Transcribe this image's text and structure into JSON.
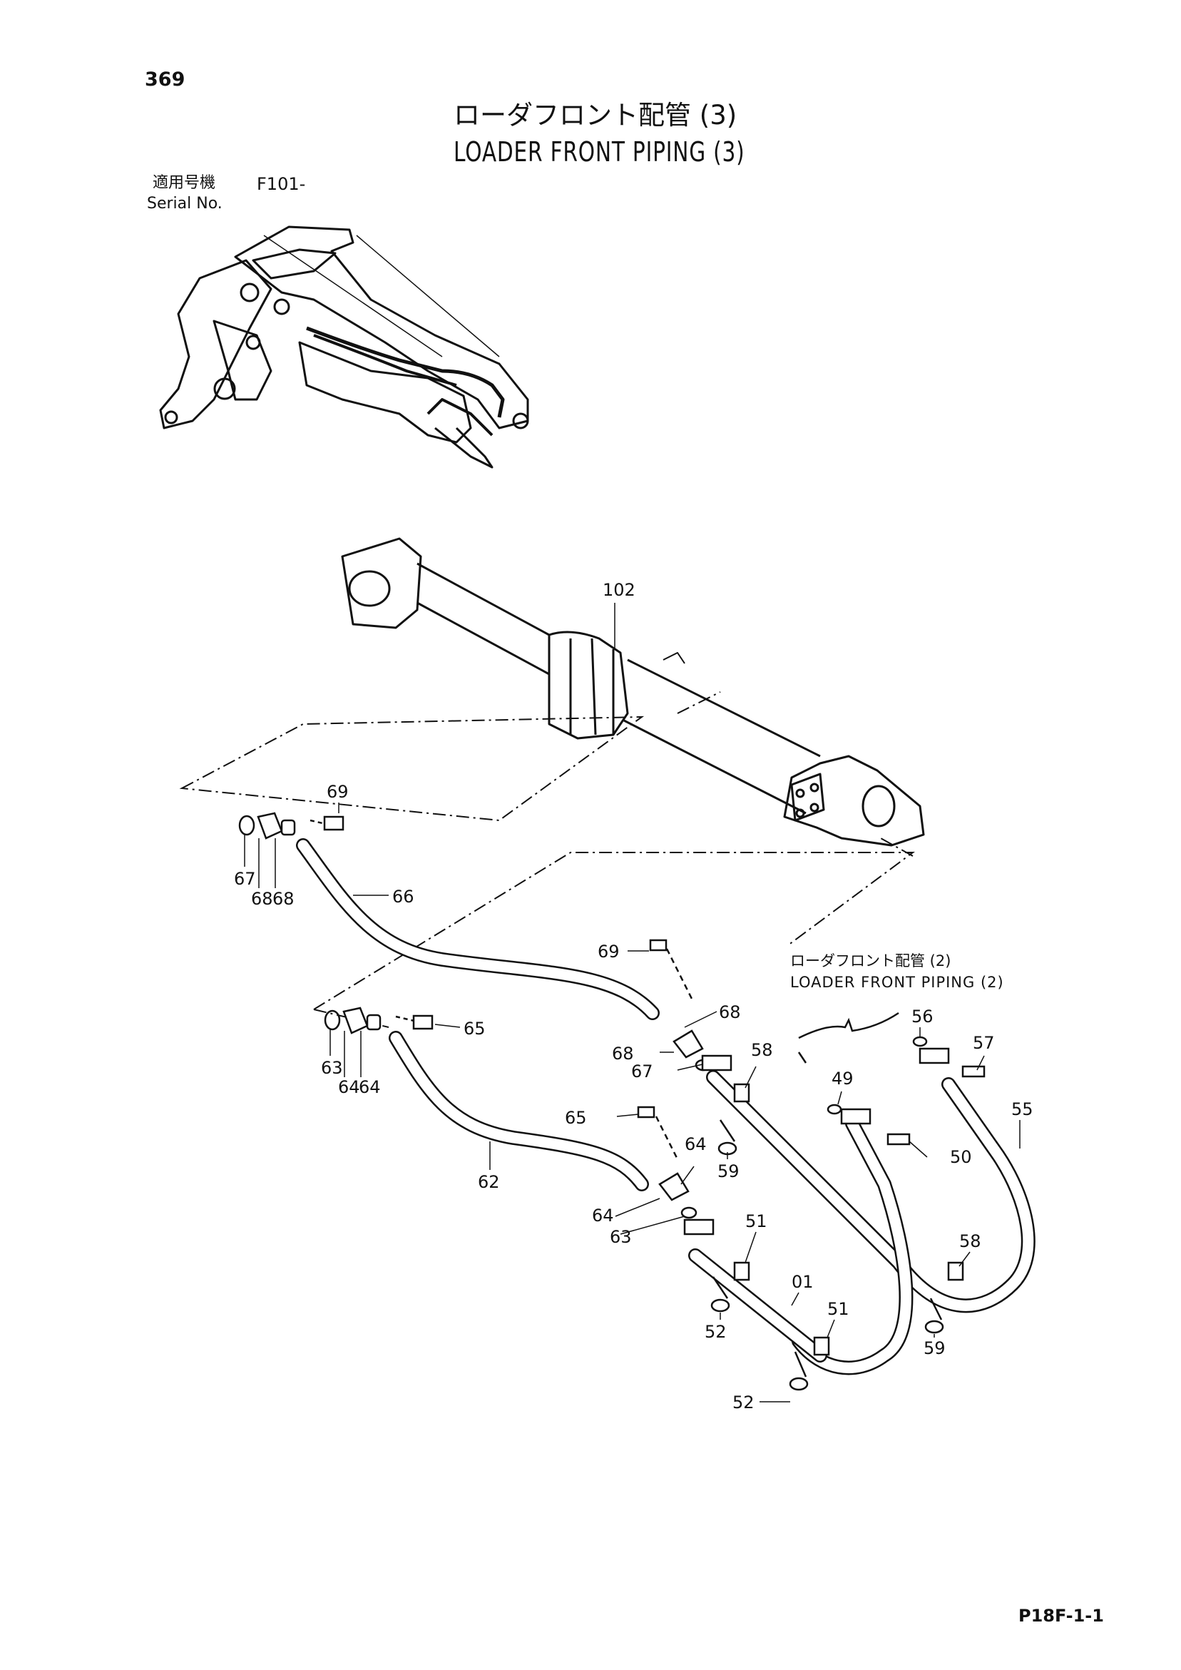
{
  "page_number": "369",
  "title_jp": "ローダフロント配管 (3)",
  "title_en": "LOADER FRONT PIPING (3)",
  "serial_label_jp": "適用号機",
  "serial_value": "F101-",
  "serial_label_en": "Serial No.",
  "reference_jp": "ローダフロント配管 (2)",
  "reference_en": "LOADER FRONT PIPING (2)",
  "page_code": "P18F-1-1",
  "callouts": {
    "c102": "102",
    "c69a": "69",
    "c67a": "67",
    "c68a": "68",
    "c68b": "68",
    "c66": "66",
    "c69b": "69",
    "c68c": "68",
    "c68d": "68",
    "c67b": "67",
    "c65a": "65",
    "c63a": "63",
    "c64a": "64",
    "c64b": "64",
    "c62": "62",
    "c65b": "65",
    "c64c": "64",
    "c64d": "64",
    "c63b": "63",
    "c58a": "58",
    "c59a": "59",
    "c56": "56",
    "c57": "57",
    "c49": "49",
    "c50": "50",
    "c55": "55",
    "c58b": "58",
    "c59b": "59",
    "c51a": "51",
    "c01": "01",
    "c51b": "51",
    "c52a": "52",
    "c52b": "52"
  }
}
